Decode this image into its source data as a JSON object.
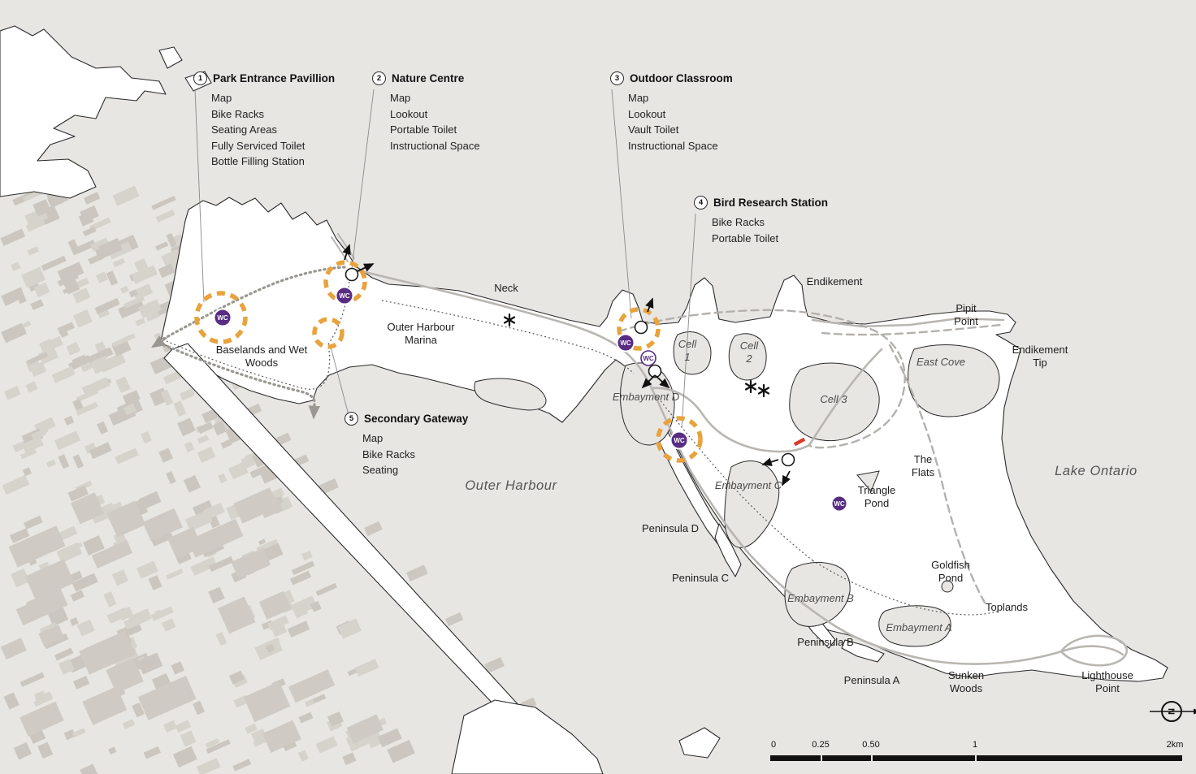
{
  "colors": {
    "accent_orange": "#e8a33d",
    "accent_purple": "#582c83",
    "alert_red": "#d93b2b",
    "land": "#ffffff",
    "water": "#e8e6e3",
    "building": "#d4d0ca"
  },
  "callouts": [
    {
      "number": "1",
      "title": "Park Entrance Pavillion",
      "items": [
        "Map",
        "Bike Racks",
        "Seating Areas",
        "Fully Serviced Toilet",
        "Bottle Filling Station"
      ]
    },
    {
      "number": "2",
      "title": "Nature Centre",
      "items": [
        "Map",
        "Lookout",
        "Portable Toilet",
        "Instructional Space"
      ]
    },
    {
      "number": "3",
      "title": "Outdoor Classroom",
      "items": [
        "Map",
        "Lookout",
        "Vault Toilet",
        "Instructional Space"
      ]
    },
    {
      "number": "4",
      "title": "Bird Research Station",
      "items": [
        "Bike Racks",
        "Portable Toilet"
      ]
    },
    {
      "number": "5",
      "title": "Secondary Gateway",
      "items": [
        "Map",
        "Bike Racks",
        "Seating"
      ]
    }
  ],
  "map_labels": [
    {
      "text": "Neck"
    },
    {
      "text": "Endikement"
    },
    {
      "text": "Pipit Point"
    },
    {
      "text": "Endikement Tip"
    },
    {
      "text": "East Cove"
    },
    {
      "text": "Outer Harbour Marina"
    },
    {
      "text": "Baselands and Wet Woods"
    },
    {
      "text": "Cell 1"
    },
    {
      "text": "Cell 2"
    },
    {
      "text": "Cell 3"
    },
    {
      "text": "Embayment D"
    },
    {
      "text": "Embayment C"
    },
    {
      "text": "Embayment B"
    },
    {
      "text": "Embayment A"
    },
    {
      "text": "The Flats"
    },
    {
      "text": "Triangle Pond"
    },
    {
      "text": "Goldfish Pond"
    },
    {
      "text": "Lake Ontario"
    },
    {
      "text": "Outer Harbour"
    },
    {
      "text": "Peninsula D"
    },
    {
      "text": "Peninsula C"
    },
    {
      "text": "Peninsula B"
    },
    {
      "text": "Peninsula A"
    },
    {
      "text": "Toplands"
    },
    {
      "text": "Sunken Woods"
    },
    {
      "text": "Lighthouse Point"
    }
  ],
  "icons": {
    "wc": "WC",
    "north": "N"
  },
  "scale_bar": {
    "ticks": [
      "0",
      "0.25",
      "0.50",
      "1",
      "2km"
    ]
  }
}
